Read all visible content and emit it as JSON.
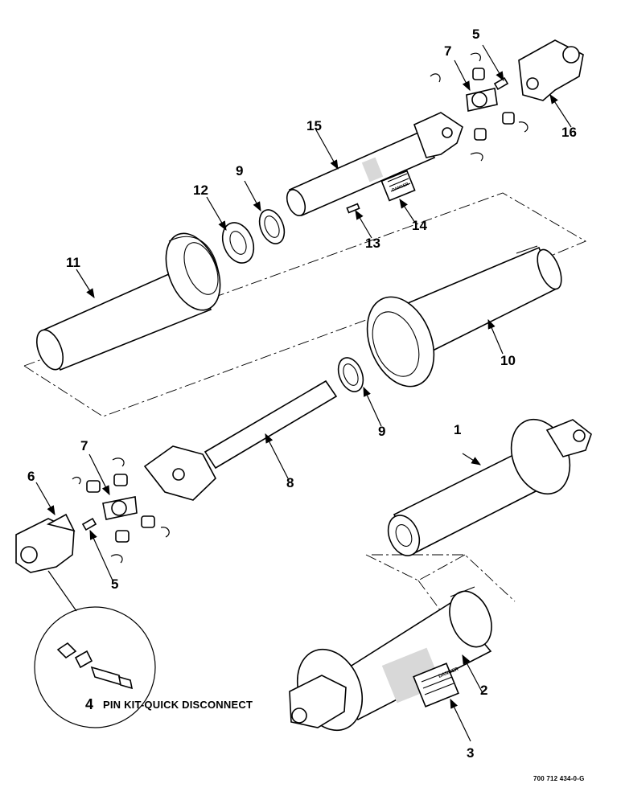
{
  "callouts": {
    "c1": "1",
    "c2": "2",
    "c3": "3",
    "c4": "4",
    "c5_top": "5",
    "c5_bottom": "5",
    "c6": "6",
    "c7_top": "7",
    "c7_bottom": "7",
    "c8": "8",
    "c9_top": "9",
    "c9_bottom": "9",
    "c10": "10",
    "c11": "11",
    "c12": "12",
    "c13": "13",
    "c14": "14",
    "c15": "15",
    "c16": "16"
  },
  "kit_label": "PIN KIT-QUICK DISCONNECT",
  "drawing_number": "700 712 434-0-G",
  "decal_text": "DANGER",
  "colors": {
    "ink": "#000000",
    "paper": "#ffffff",
    "shade": "#d8d8d8"
  }
}
